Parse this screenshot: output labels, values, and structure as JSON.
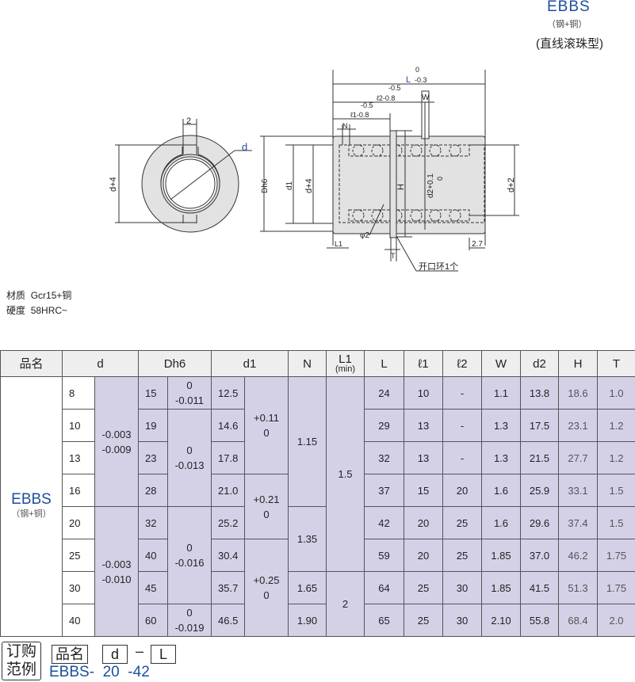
{
  "header": {
    "title": "EBBS",
    "subtitle": "（钢+铜）",
    "type": "(直线滚珠型)"
  },
  "drawing": {
    "d_label": "d",
    "two": "2",
    "d4": "d+4",
    "dh6": "Dh6",
    "d1": "d1",
    "L_up": "0",
    "L": "L",
    "L_low": "-0.3",
    "l2_up": "-0.5",
    "l2": "ℓ2-0.8",
    "l1_up": "-0.5",
    "l1": "ℓ1-0.8",
    "N": "N",
    "W": "W",
    "H": "H",
    "d2": "d2+0.1",
    "d2_low": "0",
    "d2p": "d+2",
    "phi2": "φ2",
    "L1": "L1",
    "dim27": "2.7",
    "T": "T",
    "ring": "开口环1个"
  },
  "material": {
    "label1": "材质",
    "value1": "Gcr15+铜",
    "label2": "硬度",
    "value2": "58HRC~"
  },
  "table": {
    "headers": {
      "name": "品名",
      "d": "d",
      "dh6": "Dh6",
      "d1": "d1",
      "N": "N",
      "L1": "L1",
      "L1_sub": "(min)",
      "L": "L",
      "l1": "ℓ1",
      "l2": "ℓ2",
      "W": "W",
      "d2": "d2",
      "H": "H",
      "T": "T"
    },
    "product": "EBBS",
    "product_sub": "（钢+铜）",
    "d_tol": [
      [
        "-0.003",
        "-0.009"
      ],
      [
        "-0.003",
        "-0.010"
      ]
    ],
    "dh6_tol": [
      [
        "0",
        "-0.011"
      ],
      [
        "0",
        "-0.013"
      ],
      [
        "0",
        "-0.016"
      ],
      [
        "0",
        "-0.019"
      ]
    ],
    "d1_tol": [
      [
        "+0.11",
        "0"
      ],
      [
        "+0.21",
        "0"
      ],
      [
        "+0.25",
        "0"
      ]
    ],
    "N": [
      "1.15",
      "1.35",
      "1.65",
      "1.90"
    ],
    "L1": [
      "1.5",
      "2"
    ],
    "rows": [
      {
        "d": "8",
        "dh6": "15",
        "d1": "12.5",
        "L": "24",
        "l1": "10",
        "l2": "-",
        "W": "1.1",
        "d2": "13.8",
        "H": "18.6",
        "T": "1.0"
      },
      {
        "d": "10",
        "dh6": "19",
        "d1": "14.6",
        "L": "29",
        "l1": "13",
        "l2": "-",
        "W": "1.3",
        "d2": "17.5",
        "H": "23.1",
        "T": "1.2"
      },
      {
        "d": "13",
        "dh6": "23",
        "d1": "17.8",
        "L": "32",
        "l1": "13",
        "l2": "-",
        "W": "1.3",
        "d2": "21.5",
        "H": "27.7",
        "T": "1.2"
      },
      {
        "d": "16",
        "dh6": "28",
        "d1": "21.0",
        "L": "37",
        "l1": "15",
        "l2": "20",
        "W": "1.6",
        "d2": "25.9",
        "H": "33.1",
        "T": "1.5"
      },
      {
        "d": "20",
        "dh6": "32",
        "d1": "25.2",
        "L": "42",
        "l1": "20",
        "l2": "25",
        "W": "1.6",
        "d2": "29.6",
        "H": "37.4",
        "T": "1.5"
      },
      {
        "d": "25",
        "dh6": "40",
        "d1": "30.4",
        "L": "59",
        "l1": "20",
        "l2": "25",
        "W": "1.85",
        "d2": "37.0",
        "H": "46.2",
        "T": "1.75"
      },
      {
        "d": "30",
        "dh6": "45",
        "d1": "35.7",
        "L": "64",
        "l1": "25",
        "l2": "30",
        "W": "1.85",
        "d2": "41.5",
        "H": "51.3",
        "T": "1.75"
      },
      {
        "d": "40",
        "dh6": "60",
        "d1": "46.5",
        "L": "65",
        "l1": "25",
        "l2": "30",
        "W": "2.10",
        "d2": "55.8",
        "H": "68.4",
        "T": "2.0"
      }
    ]
  },
  "order": {
    "label1": "订购",
    "label2": "范例",
    "f1": "品名",
    "f2": "d",
    "dash": "–",
    "f3": "L",
    "example_name": "EBBS",
    "example_sep1": "-",
    "example_d": "20",
    "example_sep2": "-",
    "example_L": "42"
  },
  "colors": {
    "blue": "#1c4f9c",
    "purple": "#d4d1e7",
    "part": "#e2e2e2"
  }
}
